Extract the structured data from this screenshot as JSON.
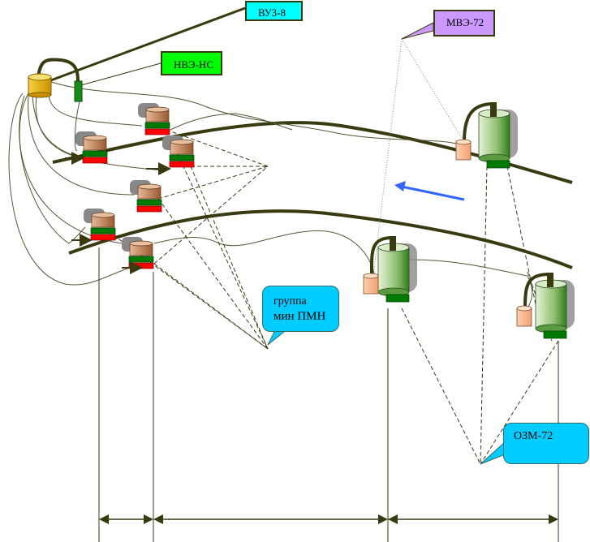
{
  "diagram": {
    "title": "Mine field control scheme",
    "labels": {
      "vuz": "ВУЗ-8",
      "nve": "НВЭ-НС",
      "mve": "МВЭ-72",
      "pmn_line1": "группа",
      "pmn_line2": "мин ПМН",
      "ozm": "ОЗМ-72"
    },
    "colors": {
      "vuz_fill": "#00ffff",
      "nve_fill": "#00ff00",
      "mve_fill": "#cc99ff",
      "callout_fill": "#00ccff",
      "road": "#3a3a10",
      "direction_arrow": "#3366ff",
      "pmn_top": "#c08860",
      "pmn_green": "#008000",
      "pmn_red": "#ff0000",
      "ozm_body": "#88bb66",
      "control_box": "#e0b000"
    },
    "elements": {
      "control_box": "control-box (ВУЗ-8)",
      "transmitter": "НВЭ-НС transmitter",
      "pmn_mines_count": 6,
      "ozm_mines_count": 3,
      "dimension_segments": 3
    }
  }
}
